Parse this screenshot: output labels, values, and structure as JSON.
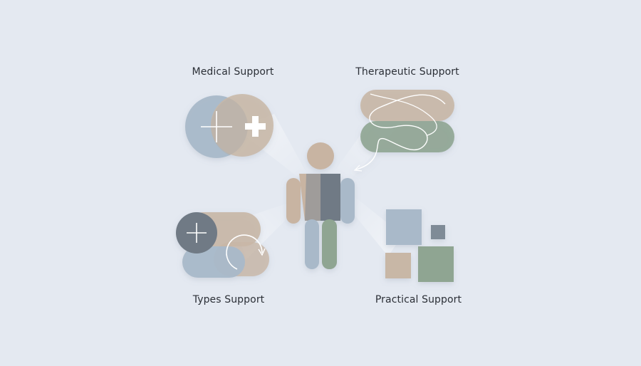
{
  "labels": {
    "medical": "Medical Support",
    "therapeutic": "Therapeutic Support",
    "types": "Types Support",
    "practical": "Practical Support"
  },
  "colors": {
    "background": "#e4e9f1",
    "blue": "#a9b9c9",
    "tan": "#c8b7a6",
    "green": "#8fa592",
    "slate": "#6f7a85",
    "skin": "#c8b4a2",
    "text": "#2b2f36"
  },
  "icons": {
    "medical": "plus-icon",
    "therapeutic": "wavy-line-icon",
    "types": "circular-arrow-icon",
    "practical": "squares-icon"
  }
}
